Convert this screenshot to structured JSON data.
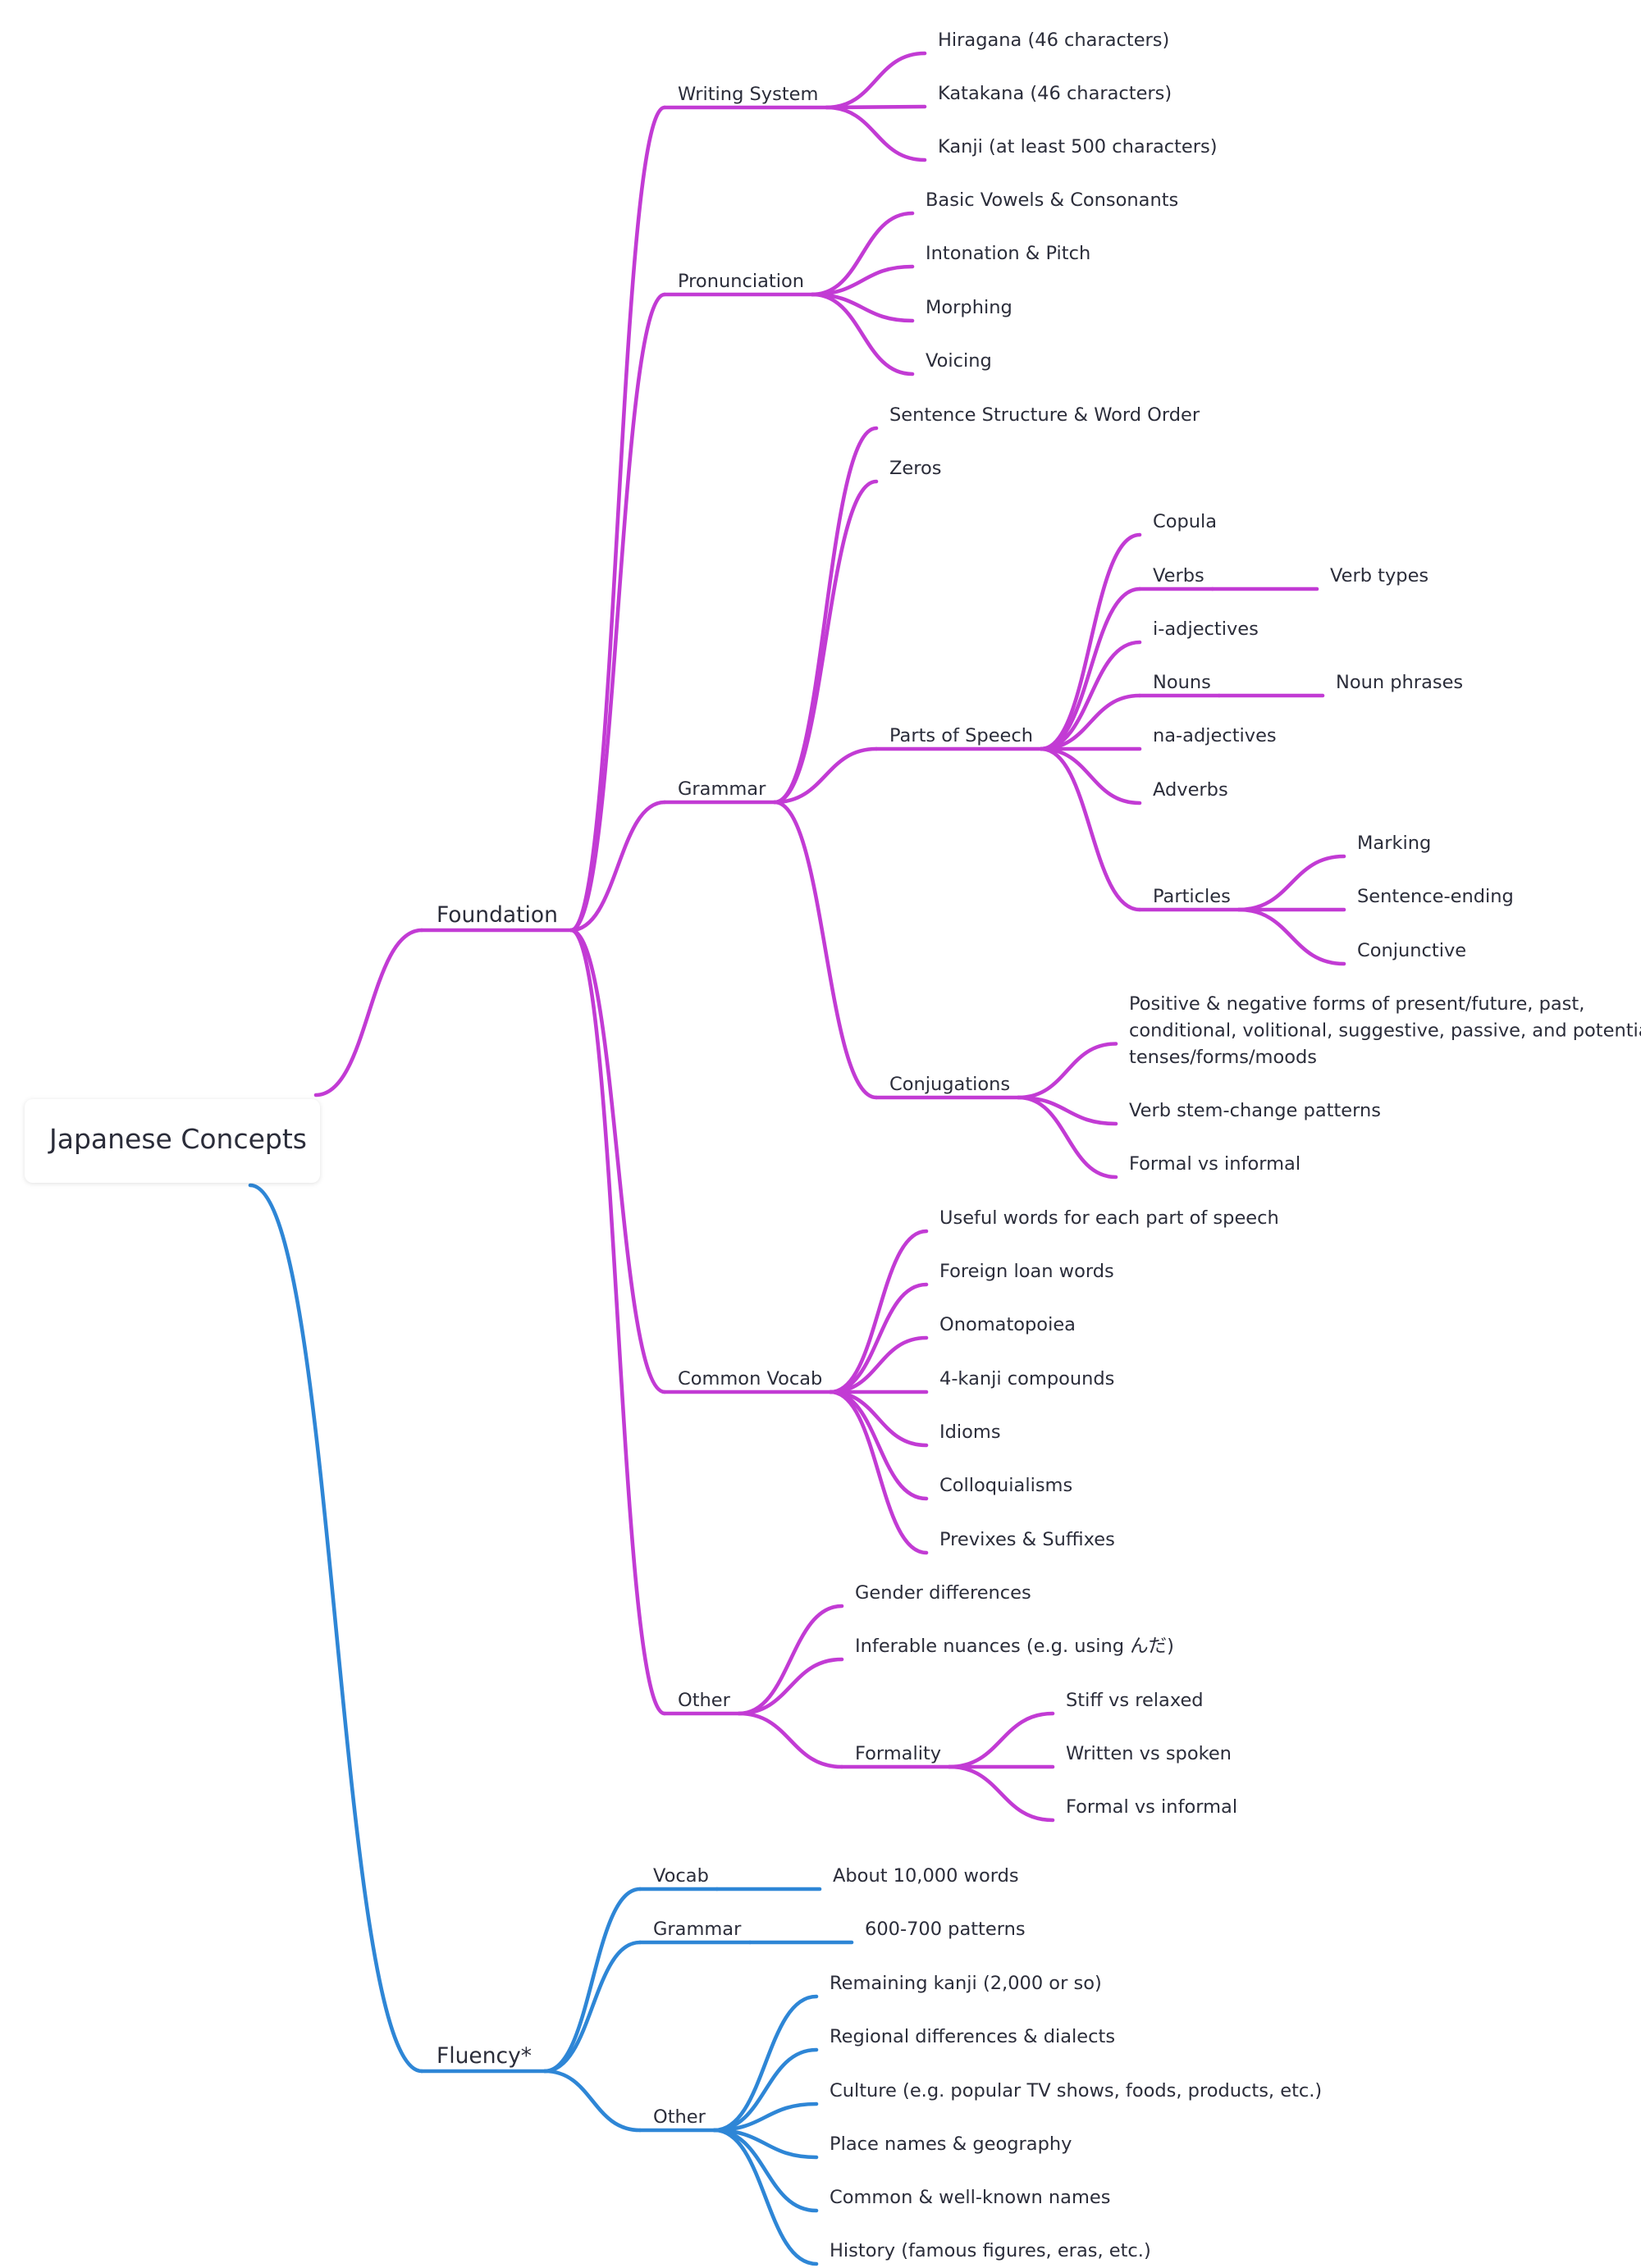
{
  "colors": {
    "foundation": "#c23bd4",
    "fluency": "#2e86d6",
    "text": "#2b2d3a"
  },
  "root": {
    "label": "Japanese Concepts",
    "children": [
      {
        "label": "Foundation",
        "color": "#c23bd4",
        "children": [
          {
            "label": "Writing System",
            "children": [
              {
                "label": "Hiragana (46 characters)"
              },
              {
                "label": "Katakana (46 characters)"
              },
              {
                "label": "Kanji (at least 500 characters)"
              }
            ]
          },
          {
            "label": "Pronunciation",
            "children": [
              {
                "label": "Basic Vowels & Consonants"
              },
              {
                "label": "Intonation & Pitch"
              },
              {
                "label": "Morphing"
              },
              {
                "label": "Voicing"
              }
            ]
          },
          {
            "label": "Grammar",
            "children": [
              {
                "label": "Sentence Structure & Word Order"
              },
              {
                "label": "Zeros"
              },
              {
                "label": "Parts of Speech",
                "children": [
                  {
                    "label": "Copula"
                  },
                  {
                    "label": "Verbs",
                    "children": [
                      {
                        "label": "Verb types"
                      }
                    ]
                  },
                  {
                    "label": "i-adjectives"
                  },
                  {
                    "label": "Nouns",
                    "children": [
                      {
                        "label": "Noun phrases"
                      }
                    ]
                  },
                  {
                    "label": "na-adjectives"
                  },
                  {
                    "label": "Adverbs"
                  },
                  {
                    "label": "Particles",
                    "children": [
                      {
                        "label": "Marking"
                      },
                      {
                        "label": "Sentence-ending"
                      },
                      {
                        "label": "Conjunctive"
                      }
                    ]
                  }
                ]
              },
              {
                "label": "Conjugations",
                "children": [
                  {
                    "label": "Positive & negative forms of present/future, past, conditional, volitional, suggestive, passive, and potential tenses/forms/moods"
                  },
                  {
                    "label": "Verb stem-change patterns"
                  },
                  {
                    "label": "Formal vs informal"
                  }
                ]
              }
            ]
          },
          {
            "label": "Common Vocab",
            "children": [
              {
                "label": "Useful words for each part of speech"
              },
              {
                "label": "Foreign loan words"
              },
              {
                "label": "Onomatopoiea"
              },
              {
                "label": "4-kanji compounds"
              },
              {
                "label": "Idioms"
              },
              {
                "label": "Colloquialisms"
              },
              {
                "label": "Previxes & Suffixes"
              }
            ]
          },
          {
            "label": "Other",
            "children": [
              {
                "label": "Gender differences"
              },
              {
                "label": "Inferable nuances (e.g. using んだ)"
              },
              {
                "label": "Formality",
                "children": [
                  {
                    "label": "Stiff vs relaxed"
                  },
                  {
                    "label": "Written vs spoken"
                  },
                  {
                    "label": "Formal vs informal"
                  }
                ]
              }
            ]
          }
        ]
      },
      {
        "label": "Fluency*",
        "color": "#2e86d6",
        "children": [
          {
            "label": "Vocab",
            "children": [
              {
                "label": "About 10,000 words"
              }
            ]
          },
          {
            "label": "Grammar",
            "children": [
              {
                "label": "600-700 patterns"
              }
            ]
          },
          {
            "label": "Other",
            "children": [
              {
                "label": "Remaining kanji (2,000 or so)"
              },
              {
                "label": "Regional differences & dialects"
              },
              {
                "label": "Culture (e.g. popular TV shows, foods, products, etc.)"
              },
              {
                "label": "Place names & geography"
              },
              {
                "label": "Common & well-known names"
              },
              {
                "label": "History (famous figures, eras, etc.)"
              }
            ]
          }
        ]
      }
    ]
  }
}
